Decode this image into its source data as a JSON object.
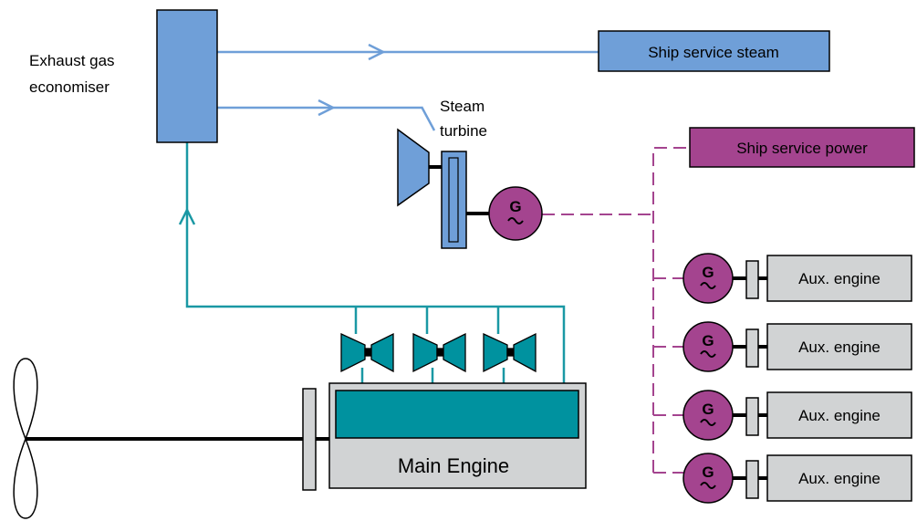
{
  "labels": {
    "economiser_line1": "Exhaust gas",
    "economiser_line2": "economiser",
    "turbine_line1": "Steam",
    "turbine_line2": "turbine",
    "ship_service_steam": "Ship service steam",
    "ship_service_power": "Ship service power",
    "main_engine": "Main Engine",
    "generator_letter": "G",
    "aux_engines": [
      "Aux. engine",
      "Aux. engine",
      "Aux. engine",
      "Aux. engine"
    ]
  },
  "colors": {
    "steam": "#6f9fd8",
    "exhaust": "#1a98a4",
    "power": "#a4448f",
    "box_blue": "#6f9fd8",
    "box_magenta": "#a4448f",
    "gray": "#d1d3d4",
    "teal": "#00929f"
  }
}
